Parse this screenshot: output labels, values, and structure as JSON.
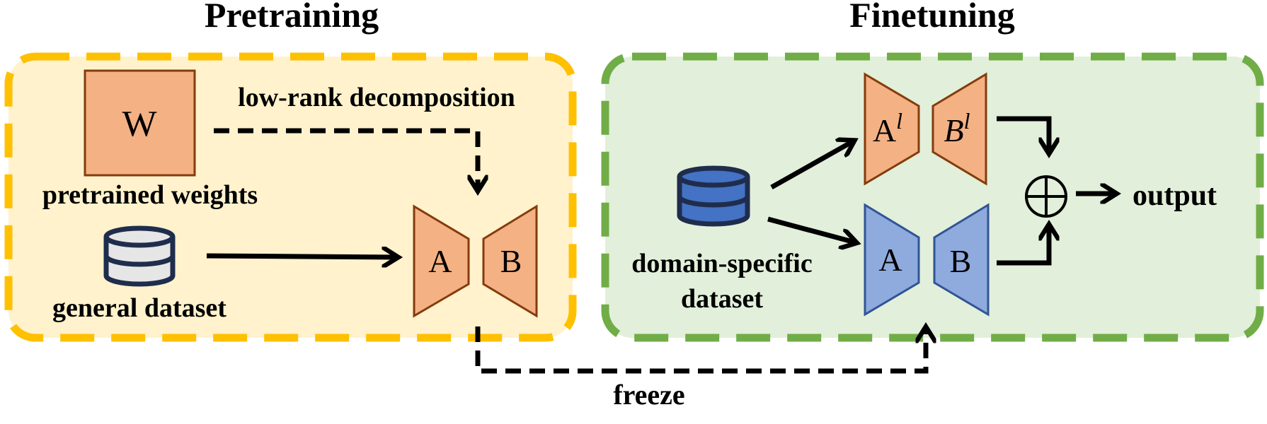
{
  "headings": {
    "pretraining": "Pretraining",
    "finetuning": "Finetuning"
  },
  "pretraining": {
    "weight_label": "W",
    "weights_caption": "pretrained weights",
    "decomposition_label": "low-rank decomposition",
    "dataset_caption": "general dataset",
    "module_a": "A",
    "module_b": "B"
  },
  "finetuning": {
    "dataset_caption_line1": "domain-specific",
    "dataset_caption_line2": "dataset",
    "lora_a": "A",
    "lora_a_sup": "l",
    "lora_b": "B",
    "lora_b_sup": "l",
    "frozen_a": "A",
    "frozen_b": "B",
    "sum_symbol": "⊕",
    "output_label": "output"
  },
  "freeze_label": "freeze",
  "colors": {
    "pretrain_border": "#FFC000",
    "pretrain_fill": "#FFF2CC",
    "finetune_border": "#70AD47",
    "finetune_fill": "#E2EFDA",
    "orange_block": "#F4B183",
    "orange_stroke": "#843C0C",
    "blue_block": "#8FAADC",
    "blue_stroke": "#2F5597",
    "db_gray": "#E7E6E6",
    "db_blue": "#4472C4",
    "db_stroke": "#1F2D4D"
  }
}
